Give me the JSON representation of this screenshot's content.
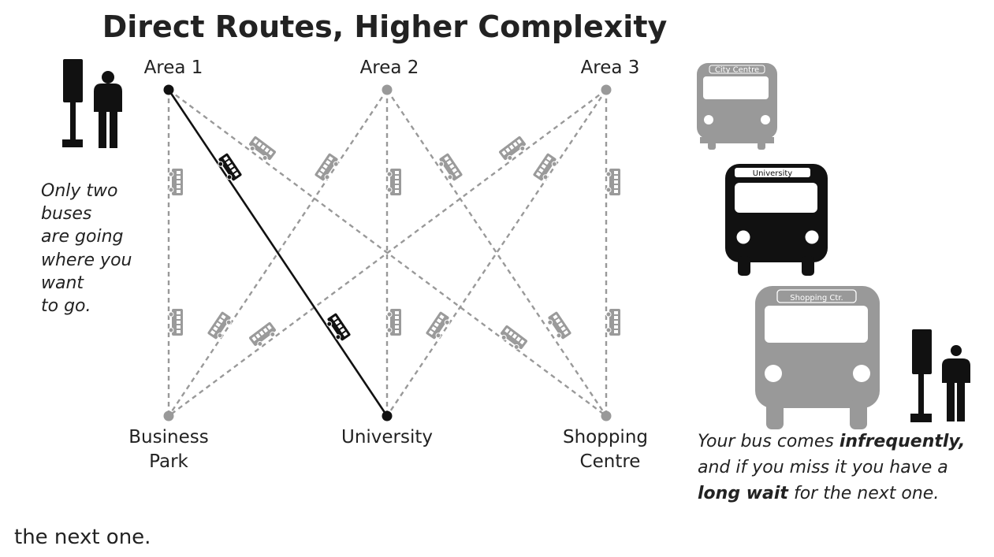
{
  "title": "Direct Routes, Higher Complexity",
  "nodes": {
    "area1": "Area 1",
    "area2": "Area 2",
    "area3": "Area 3",
    "business_park": [
      "Business",
      "Park"
    ],
    "university": "University",
    "shopping_centre": [
      "Shopping",
      "Centre"
    ]
  },
  "left_caption": [
    "Only two",
    "buses",
    "are going",
    "where you",
    "want",
    "to go."
  ],
  "buses": {
    "city_centre": "City Centre",
    "university": "University",
    "shopping": "Shopping Ctr."
  },
  "right_caption": {
    "line1_plain": "Your bus comes ",
    "line1_bold": "infrequently,",
    "line2": "and if you miss it you have a",
    "line3_bold": "long wait",
    "line3_plain": " for the next one."
  },
  "footer_text": "the next one.",
  "colors": {
    "active": "#111111",
    "inactive": "#999999"
  }
}
